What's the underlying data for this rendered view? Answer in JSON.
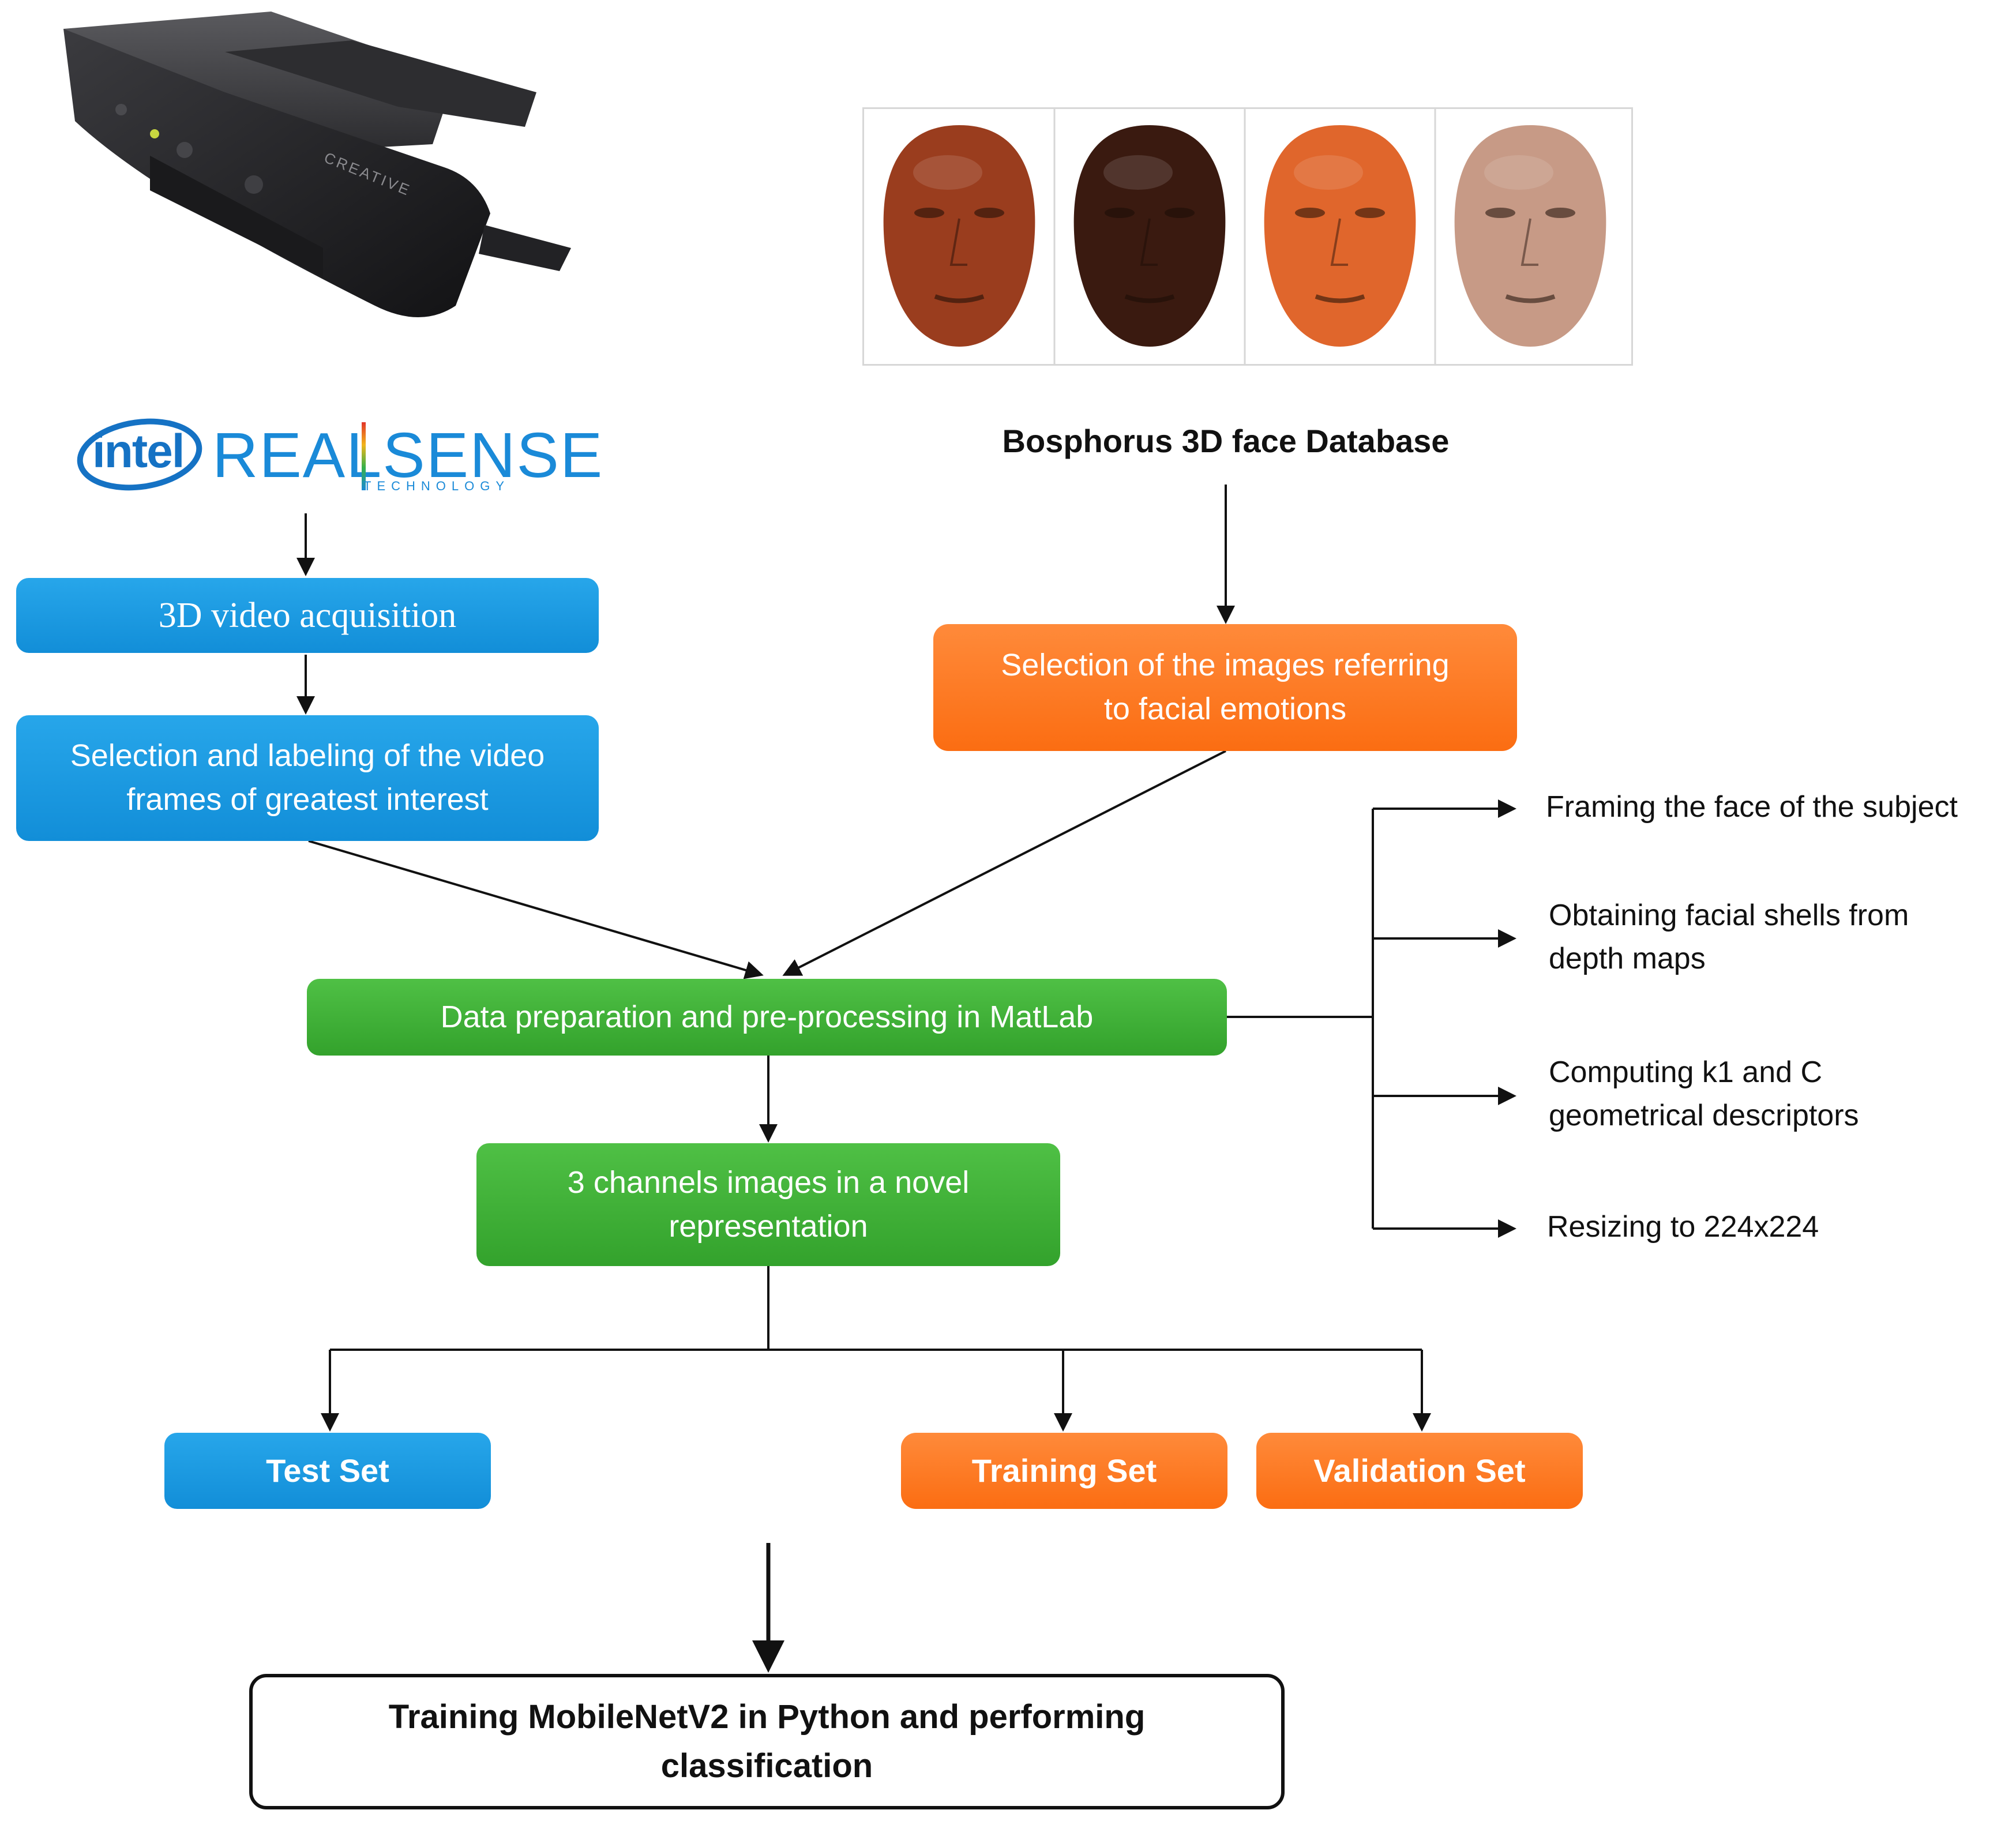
{
  "logo": {
    "brand": "intel",
    "product": "REALSENSE",
    "tagline": "TECHNOLOGY"
  },
  "camera": {
    "device_label": "CREATIVE"
  },
  "database": {
    "title": "Bosphorus 3D face Database",
    "face_tones": [
      "#9a3d1e",
      "#3a1a10",
      "#e0662c",
      "#c79a86"
    ]
  },
  "flow": {
    "acquisition": "3D video acquisition",
    "selection_frames": "Selection and labeling of the video\nframes of greatest interest",
    "selection_images": "Selection of the images referring\nto facial emotions",
    "preprocessing": "Data preparation and pre-processing in MatLab",
    "representation": "3 channels images in a novel\nrepresentation",
    "test_set": "Test Set",
    "training_set": "Training Set",
    "validation_set": "Validation Set",
    "final": "Training MobileNetV2 in Python and performing\nclassification"
  },
  "steps": [
    "Framing the face of the subject",
    "Obtaining facial shells from\ndepth maps",
    "Computing k1 and C\ngeometrical descriptors",
    "Resizing to 224x224"
  ],
  "colors": {
    "blue": "#1a9ae0",
    "orange": "#fb7420",
    "green": "#3caf34",
    "arrow": "#111111"
  }
}
